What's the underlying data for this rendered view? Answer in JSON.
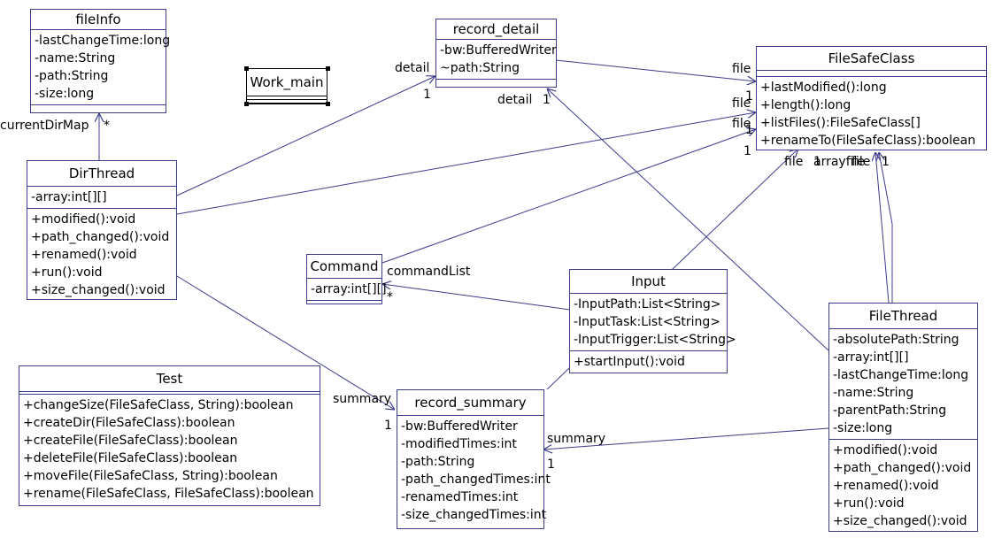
{
  "classes": {
    "fileInfo": {
      "name": "fileInfo",
      "attributes": [
        "-lastChangeTime:long",
        "-name:String",
        "-path:String",
        "-size:long"
      ],
      "methods": []
    },
    "record_detail": {
      "name": "record_detail",
      "attributes": [
        "-bw:BufferedWriter",
        "~path:String"
      ],
      "methods": []
    },
    "FileSafeClass": {
      "name": "FileSafeClass",
      "attributes": [],
      "methods": [
        "+lastModified():long",
        "+length():long",
        "+listFiles():FileSafeClass[]",
        "+renameTo(FileSafeClass):boolean"
      ]
    },
    "DirThread": {
      "name": "DirThread",
      "attributes": [
        "-array:int[][]"
      ],
      "methods": [
        "+modified():void",
        "+path_changed():void",
        "+renamed():void",
        "+run():void",
        "+size_changed():void"
      ]
    },
    "Command": {
      "name": "Command",
      "attributes": [
        "-array:int[][]"
      ],
      "methods": []
    },
    "Input": {
      "name": "Input",
      "attributes": [
        "-InputPath:List<String>",
        "-InputTask:List<String>",
        "-InputTrigger:List<String>"
      ],
      "methods": [
        "+startInput():void"
      ]
    },
    "FileThread": {
      "name": "FileThread",
      "attributes": [
        "-absolutePath:String",
        "-array:int[][]",
        "-lastChangeTime:long",
        "-name:String",
        "-parentPath:String",
        "-size:long"
      ],
      "methods": [
        "+modified():void",
        "+path_changed():void",
        "+renamed():void",
        "+run():void",
        "+size_changed():void"
      ]
    },
    "Test": {
      "name": "Test",
      "attributes": [],
      "methods": [
        "+changeSize(FileSafeClass, String):boolean",
        "+createDir(FileSafeClass):boolean",
        "+createFile(FileSafeClass):boolean",
        "+deleteFile(FileSafeClass):boolean",
        "+moveFile(FileSafeClass, String):boolean",
        "+rename(FileSafeClass, FileSafeClass):boolean"
      ]
    },
    "record_summary": {
      "name": "record_summary",
      "attributes": [
        "-bw:BufferedWriter",
        "-modifiedTimes:int",
        "-path:String",
        "-path_changedTimes:int",
        "-renamedTimes:int",
        "-size_changedTimes:int"
      ],
      "methods": []
    }
  },
  "work_main": {
    "name": "Work_main"
  },
  "labels": {
    "currentDirMap": "currentDirMap",
    "star_fileinfo": "*",
    "detail_left": "detail",
    "one_detail_left": "1",
    "detail_right": "detail",
    "one_detail_right": "1",
    "file_1": "file",
    "one_file_1": "1",
    "file_2": "file",
    "file_3": "file",
    "one_file_3": "1",
    "one_file_4": "1",
    "file_bottom_left": "file",
    "one_bottom_left": "1",
    "arrayfile": "arrayfile",
    "file_bottom_right": "file",
    "one_bottom_right": "1",
    "commandList": "commandList",
    "star_command": "*",
    "summary_left": "summary",
    "one_summary_left": "1",
    "summary_right": "summary",
    "one_summary_right": "1"
  },
  "colors": {
    "line": "#3c3c8c",
    "border": "#3c3c8c"
  }
}
